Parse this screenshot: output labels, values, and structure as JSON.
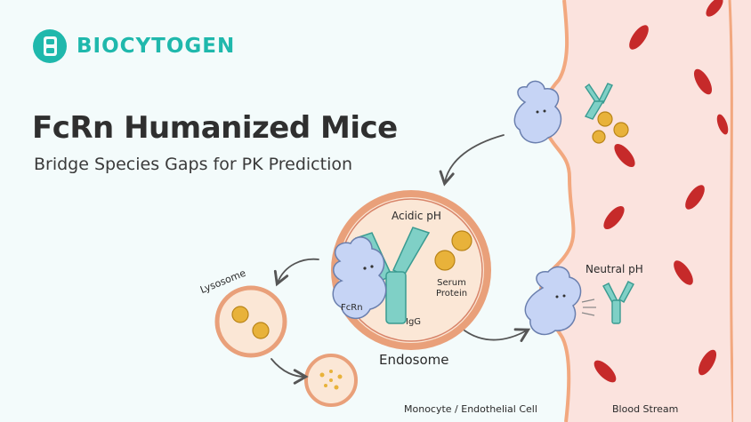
{
  "brand": {
    "name": "BIOCYTOGEN",
    "color": "#1fb8ac"
  },
  "headline": "FcRn Humanized Mice",
  "subheadline": "Bridge Species Gaps for PK Prediction",
  "labels": {
    "acidic_ph": "Acidic pH",
    "serum_protein_line1": "Serum",
    "serum_protein_line2": "Protein",
    "fcrn": "FcRn",
    "igg": "IgG",
    "endosome": "Endosome",
    "lysosome": "Lysosome",
    "neutral_ph": "Neutral pH",
    "cell_region": "Monocyte / Endothelial Cell",
    "blood_region": "Blood Stream"
  },
  "colors": {
    "background": "#f3fbfb",
    "vessel_wall": "#f2a87f",
    "vessel_fill": "#fbe3de",
    "red_blood_cell": "#c62a2a",
    "endosome_fill": "#fbe7d6",
    "endosome_ring": "#e9a07a",
    "fcrn": "#c6d4f5",
    "igg": "#7fd0c6",
    "serum_protein": "#e8b23a"
  },
  "icons": [
    "biocytogen-logo-icon",
    "red-blood-cell-icon",
    "fcrn-receptor-icon",
    "igg-antibody-icon",
    "serum-protein-icon",
    "arrow-icon"
  ]
}
